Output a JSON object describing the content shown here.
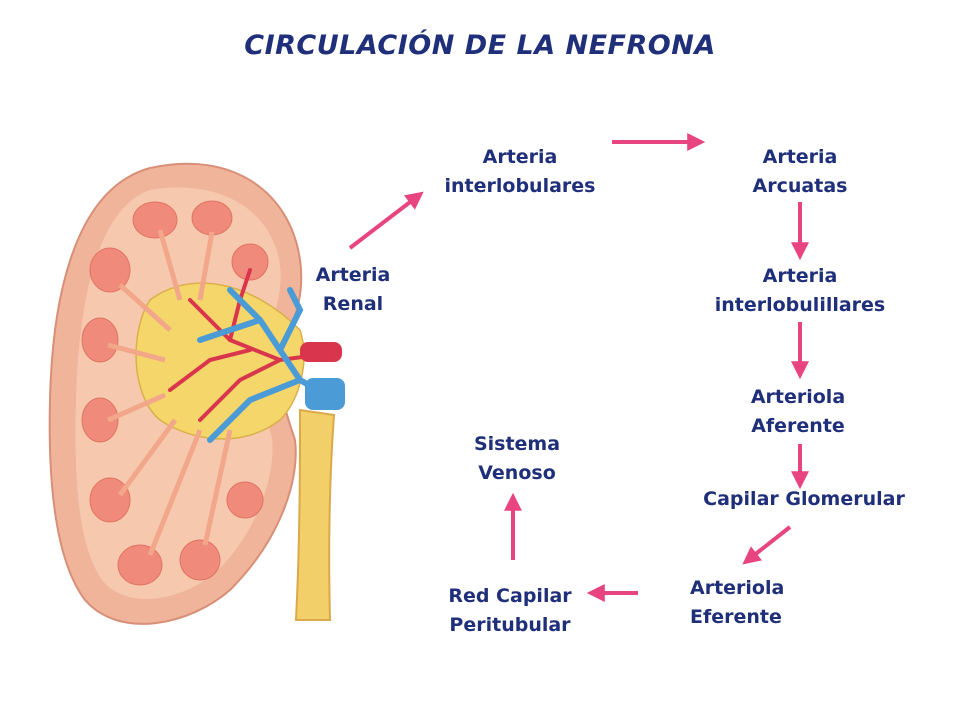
{
  "title": "CIRCULACIÓN DE LA NEFRONA",
  "colors": {
    "text": "#1f2f7a",
    "arrow": "#e8447f",
    "kidney_outer": "#f0b49a",
    "kidney_inner": "#f6c9ae",
    "pyramid": "#f08a7a",
    "pelvis": "#f5d66b",
    "vein": "#4a9bd6",
    "artery": "#d9364d",
    "ureter": "#f3cf6a"
  },
  "nodes": {
    "arteria_renal": {
      "line1": "Arteria",
      "line2": "Renal"
    },
    "arteria_interlobulares": {
      "line1": "Arteria",
      "line2": "interlobulares"
    },
    "arteria_arcuatas": {
      "line1": "Arteria",
      "line2": "Arcuatas"
    },
    "arteria_interlobulillares": {
      "line1": "Arteria",
      "line2": "interlobulillares"
    },
    "arteriola_aferente": {
      "line1": "Arteriola",
      "line2": "Aferente"
    },
    "capilar_glomerular": {
      "line1": "Capilar Glomerular"
    },
    "arteriola_eferente": {
      "line1": "Arteriola",
      "line2": "Eferente"
    },
    "red_capilar": {
      "line1": "Red Capilar",
      "line2": "Peritubular"
    },
    "sistema_venoso": {
      "line1": "Sistema",
      "line2": "Venoso"
    }
  },
  "illustration": {
    "icon": "kidney-icon"
  }
}
